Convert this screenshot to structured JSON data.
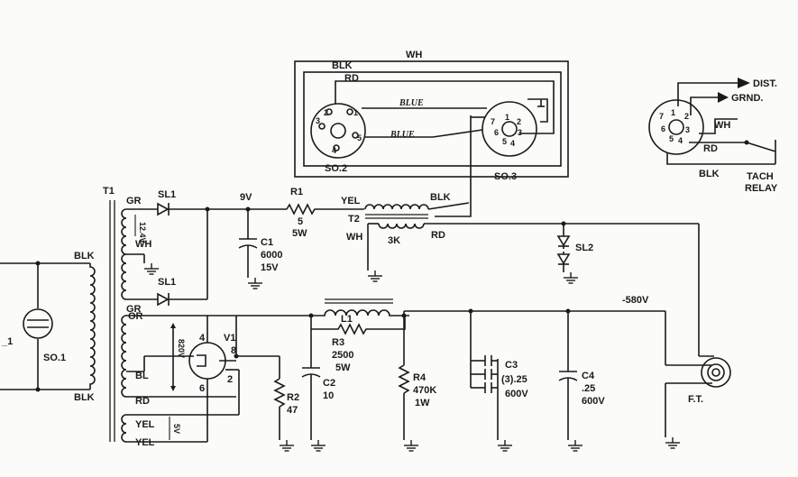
{
  "labels": {
    "t1": "T1",
    "blk_pri_top": "BLK",
    "blk_pri_bot": "BLK",
    "so1": "SO.1",
    "l1_partial": "_1",
    "gr_top": "GR",
    "gr_bot": "GR",
    "v124": "12.4V",
    "wh_t1": "WH",
    "sl1_top": "SL1",
    "sl1_bot": "SL1",
    "or": "OR",
    "bl": "BL",
    "rd_t1": "RD",
    "yel1": "YEL",
    "yel2": "YEL",
    "v5": "5V",
    "v820": "820V",
    "v1": "V1",
    "pin4": "4",
    "pin8": "8",
    "pin6": "6",
    "pin2": "2",
    "r2": "R2",
    "r2_val": "47",
    "v9": "9V",
    "c1": "C1",
    "c1_val1": "6000",
    "c1_val2": "15V",
    "r1": "R1",
    "r1_val1": "5",
    "r1_val2": "5W",
    "yel_t2": "YEL",
    "blk_t2": "BLK",
    "t2": "T2",
    "wh_t2": "WH",
    "rd_t2": "RD",
    "k3": "3K",
    "sl2": "SL2",
    "l1": "L1",
    "r3": "R3",
    "r3_val1": "2500",
    "r3_val2": "5W",
    "c2": "C2",
    "c2_val": "10",
    "r4": "R4",
    "r4_val1": "470K",
    "r4_val2": "1W",
    "c3": "C3",
    "c3_val1": "(3).25",
    "c3_val2": "600V",
    "c4": "C4",
    "c4_val1": ".25",
    "c4_val2": "600V",
    "v580": "-580V",
    "ft": "F.T.",
    "wh_top": "WH",
    "blk_top": "BLK",
    "rd_top": "RD",
    "blue1": "BLUE",
    "blue2": "BLUE",
    "so2": "SO.2",
    "so3": "SO.3",
    "dist": "DIST.",
    "grnd": "GRND.",
    "wh_relay": "WH",
    "rd_relay": "RD",
    "blk_relay": "BLK",
    "tach1": "TACH",
    "tach2": "RELAY",
    "so2_p1": "1",
    "so2_p2": "2",
    "so2_p3": "3",
    "so2_p4": "4",
    "so2_p5": "5",
    "so3_p1": "1",
    "so3_p2": "2",
    "so3_p3": "3",
    "so3_p4": "4",
    "so3_p5": "5",
    "so3_p6": "6",
    "so3_p7": "7",
    "rl_p1": "1",
    "rl_p2": "2",
    "rl_p3": "3",
    "rl_p4": "4",
    "rl_p5": "5",
    "rl_p6": "6",
    "rl_p7": "7"
  }
}
